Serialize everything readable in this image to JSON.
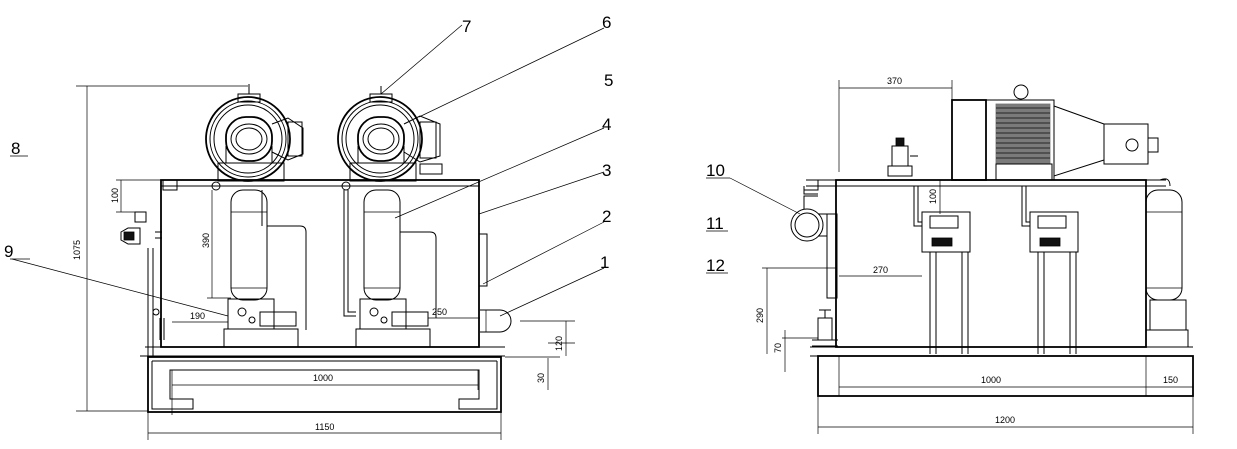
{
  "callouts": {
    "c1": "1",
    "c2": "2",
    "c3": "3",
    "c4": "4",
    "c5": "5",
    "c6": "6",
    "c7": "7",
    "c8": "8",
    "c9": "9",
    "c10": "10",
    "c11": "11",
    "c12": "12"
  },
  "front_view": {
    "dims": {
      "height_total": "1075",
      "height_100": "100",
      "height_390": "390",
      "height_120": "120",
      "height_30": "30",
      "width_190": "190",
      "width_250": "250",
      "width_1000": "1000",
      "width_1150": "1150"
    }
  },
  "side_view": {
    "dims": {
      "width_370": "370",
      "height_100": "100",
      "width_270": "270",
      "height_290": "290",
      "height_70": "70",
      "width_1000": "1000",
      "width_150": "150",
      "width_1200": "1200"
    }
  }
}
